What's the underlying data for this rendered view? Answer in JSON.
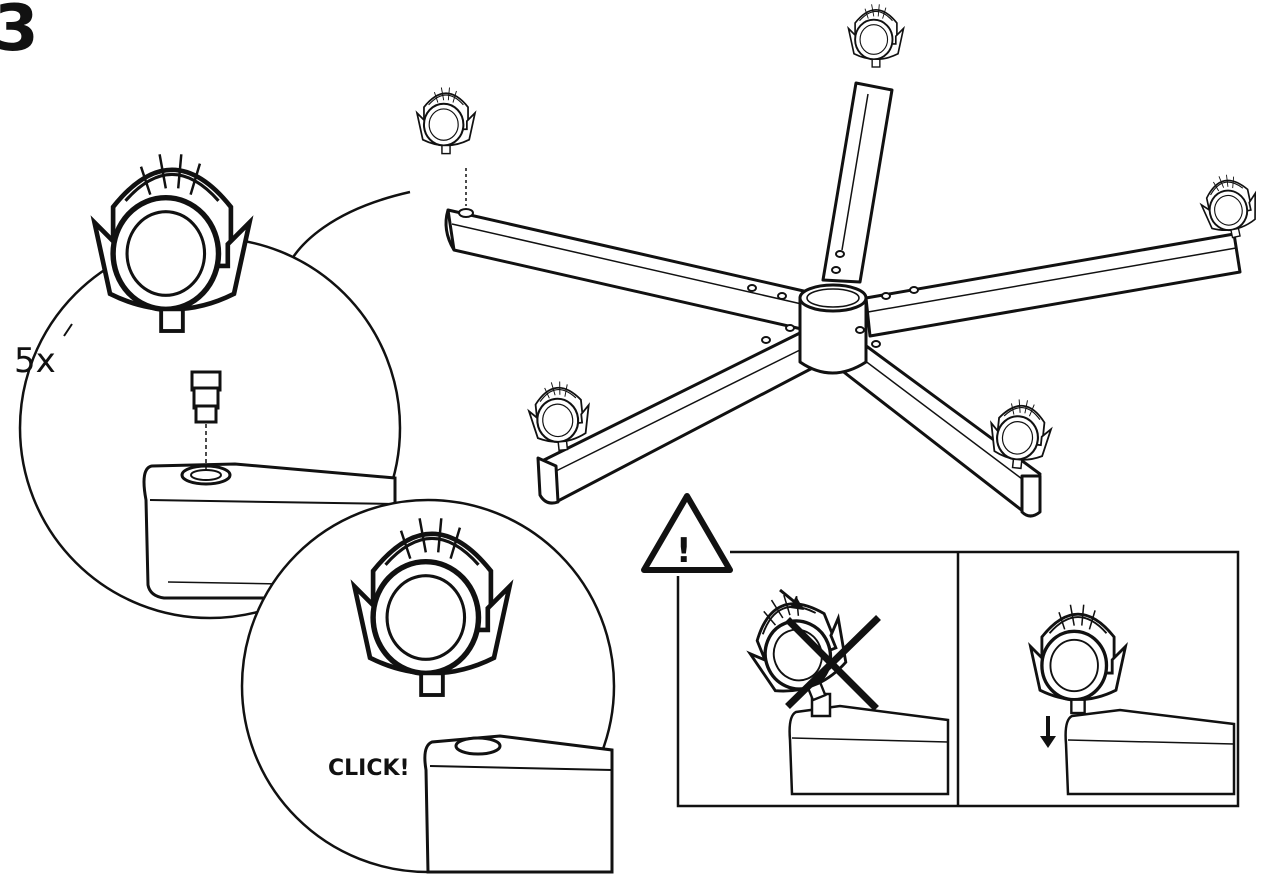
{
  "step": {
    "number": "3",
    "quantity": "5x",
    "click_text": "CLICK!",
    "warning_mark": "!"
  },
  "colors": {
    "ink": "#111111",
    "paper": "#ffffff",
    "shade": "#e9e9e9"
  }
}
